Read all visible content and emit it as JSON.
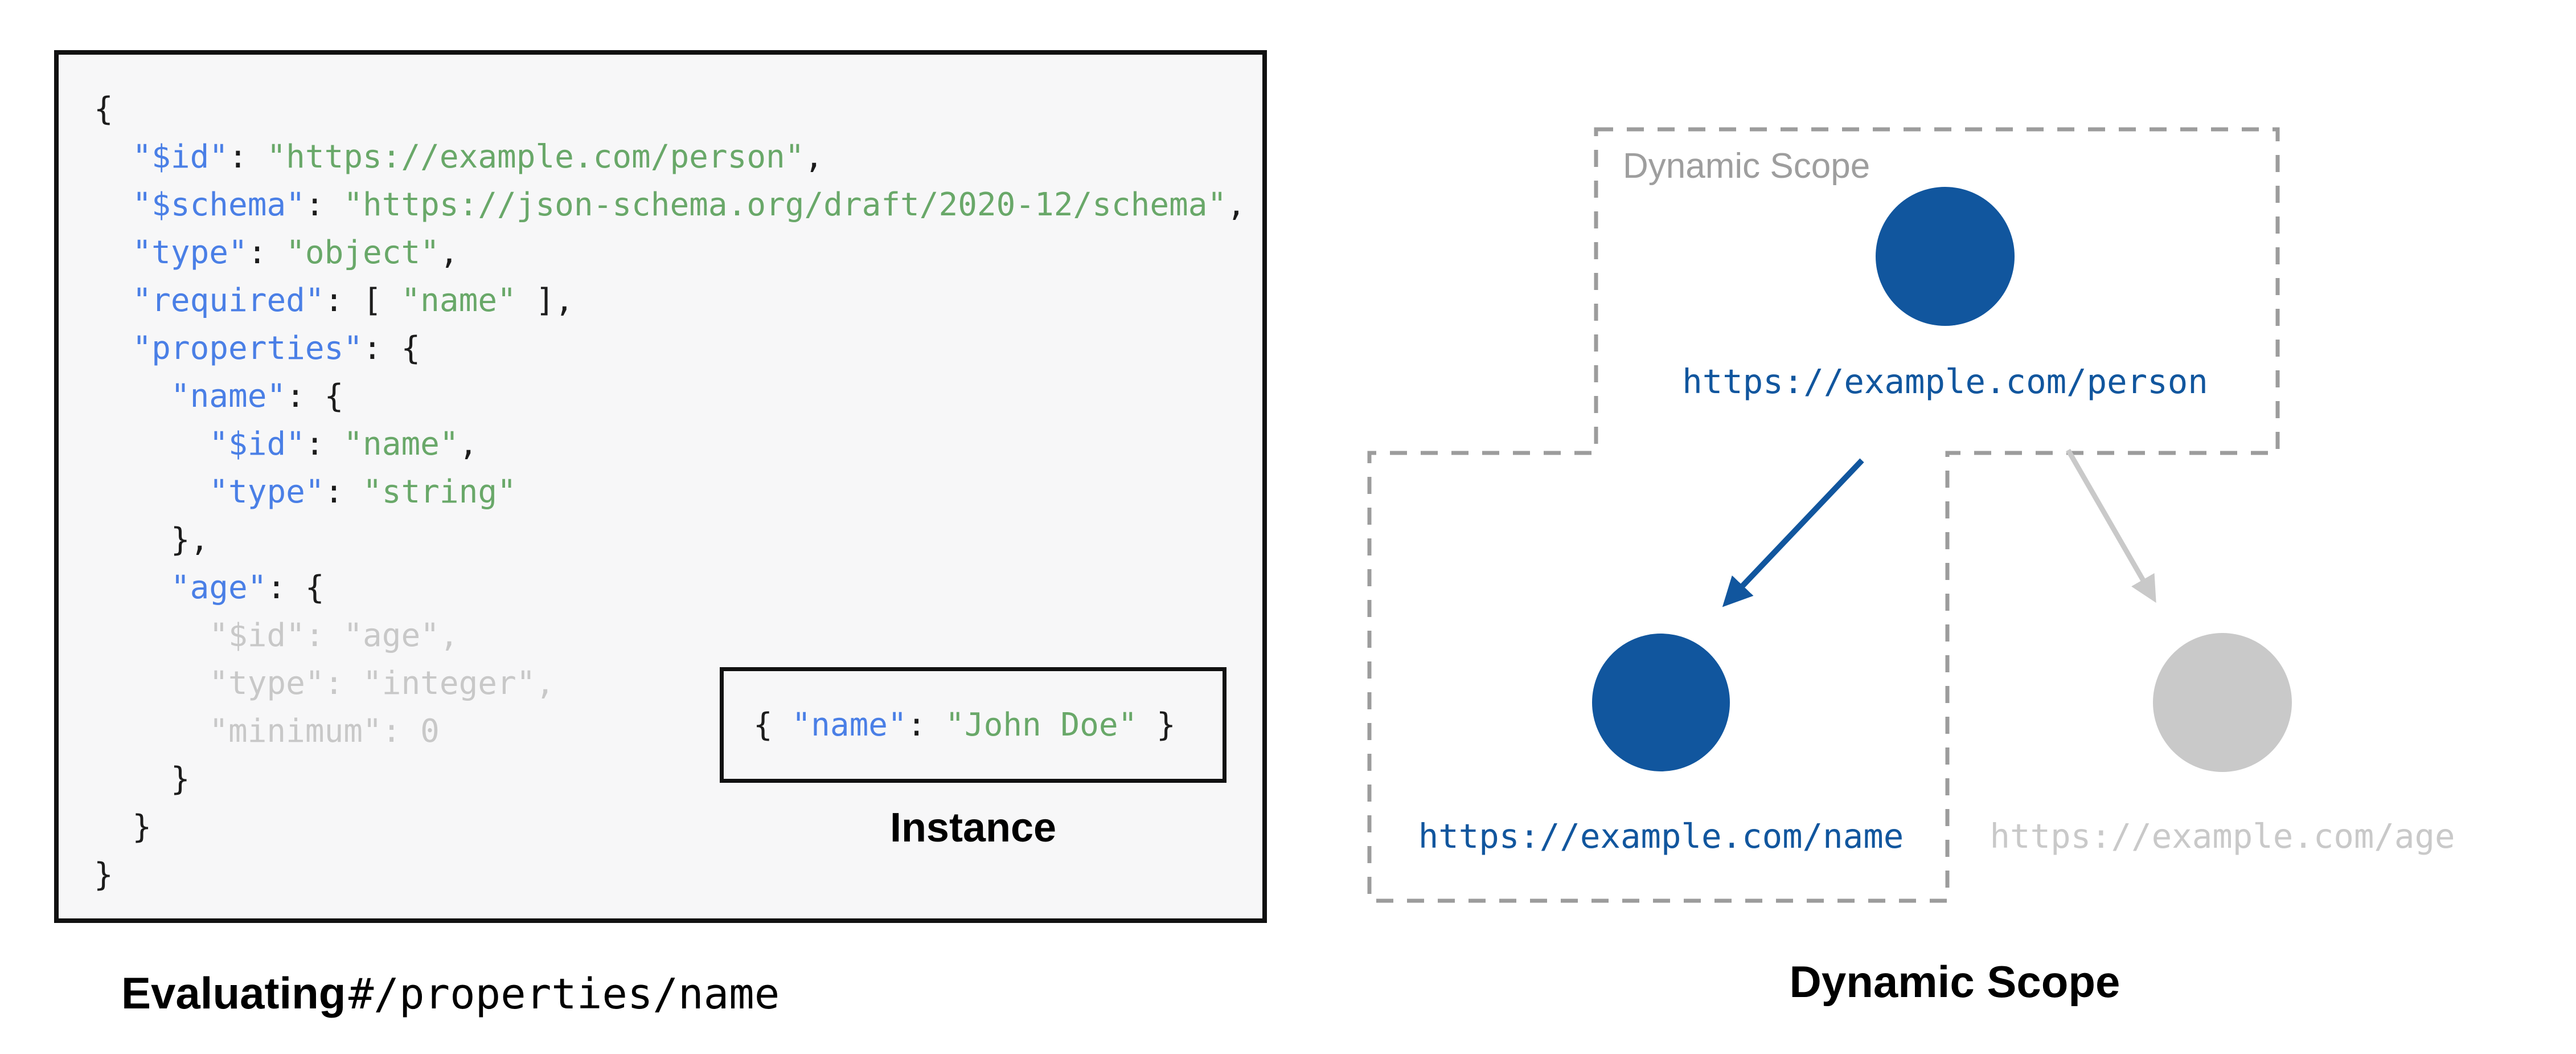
{
  "colors": {
    "key-blue": "#4a7fe6",
    "string-green": "#69a869",
    "punct-dark": "#1c1c1c",
    "muted-gray": "#c8c8c8",
    "node-blue": "#11569e",
    "inactive-gray": "#c9c9c9",
    "dash-gray": "#9c9c9c",
    "scope-label-gray": "#9e9e9e",
    "box-border": "#111111",
    "code-bg": "#f7f7f8",
    "caption-dark": "#000000"
  },
  "schema_panel": {
    "code_lines": [
      [
        {
          "t": "{",
          "c": "p"
        }
      ],
      [
        {
          "t": "  ",
          "c": "p"
        },
        {
          "t": "\"$id\"",
          "c": "k"
        },
        {
          "t": ": ",
          "c": "p"
        },
        {
          "t": "\"https://example.com/person\"",
          "c": "s"
        },
        {
          "t": ",",
          "c": "p"
        }
      ],
      [
        {
          "t": "  ",
          "c": "p"
        },
        {
          "t": "\"$schema\"",
          "c": "k"
        },
        {
          "t": ": ",
          "c": "p"
        },
        {
          "t": "\"https://json-schema.org/draft/2020-12/schema\"",
          "c": "s"
        },
        {
          "t": ",",
          "c": "p"
        }
      ],
      [
        {
          "t": "  ",
          "c": "p"
        },
        {
          "t": "\"type\"",
          "c": "k"
        },
        {
          "t": ": ",
          "c": "p"
        },
        {
          "t": "\"object\"",
          "c": "s"
        },
        {
          "t": ",",
          "c": "p"
        }
      ],
      [
        {
          "t": "  ",
          "c": "p"
        },
        {
          "t": "\"required\"",
          "c": "k"
        },
        {
          "t": ": [ ",
          "c": "p"
        },
        {
          "t": "\"name\"",
          "c": "s"
        },
        {
          "t": " ],",
          "c": "p"
        }
      ],
      [
        {
          "t": "  ",
          "c": "p"
        },
        {
          "t": "\"properties\"",
          "c": "k"
        },
        {
          "t": ": {",
          "c": "p"
        }
      ],
      [
        {
          "t": "    ",
          "c": "p"
        },
        {
          "t": "\"name\"",
          "c": "k"
        },
        {
          "t": ": {",
          "c": "p"
        }
      ],
      [
        {
          "t": "      ",
          "c": "p"
        },
        {
          "t": "\"$id\"",
          "c": "k"
        },
        {
          "t": ": ",
          "c": "p"
        },
        {
          "t": "\"name\"",
          "c": "s"
        },
        {
          "t": ",",
          "c": "p"
        }
      ],
      [
        {
          "t": "      ",
          "c": "p"
        },
        {
          "t": "\"type\"",
          "c": "k"
        },
        {
          "t": ": ",
          "c": "p"
        },
        {
          "t": "\"string\"",
          "c": "s"
        }
      ],
      [
        {
          "t": "    },",
          "c": "p"
        }
      ],
      [
        {
          "t": "    ",
          "c": "p"
        },
        {
          "t": "\"age\"",
          "c": "k"
        },
        {
          "t": ": {",
          "c": "p"
        }
      ],
      [
        {
          "t": "      \"$id\": \"age\",",
          "c": "m"
        }
      ],
      [
        {
          "t": "      \"type\": \"integer\",",
          "c": "m"
        }
      ],
      [
        {
          "t": "      \"minimum\": 0",
          "c": "m"
        }
      ],
      [
        {
          "t": "    }",
          "c": "p"
        }
      ],
      [
        {
          "t": "  }",
          "c": "p"
        }
      ],
      [
        {
          "t": "}",
          "c": "p"
        }
      ]
    ],
    "instance_tokens": [
      {
        "t": "{ ",
        "c": "p"
      },
      {
        "t": "\"name\"",
        "c": "k"
      },
      {
        "t": ": ",
        "c": "p"
      },
      {
        "t": "\"John Doe\"",
        "c": "s"
      },
      {
        "t": " }",
        "c": "p"
      }
    ],
    "instance_label": "Instance",
    "caption_bold": "Evaluating",
    "caption_mono": "#/properties/name"
  },
  "scope_diagram": {
    "scope_label": "Dynamic Scope",
    "nodes": [
      {
        "id": "person",
        "label": "https://example.com/person",
        "state": "active"
      },
      {
        "id": "name",
        "label": "https://example.com/name",
        "state": "active"
      },
      {
        "id": "age",
        "label": "https://example.com/age",
        "state": "inactive"
      }
    ],
    "caption": "Dynamic Scope"
  }
}
